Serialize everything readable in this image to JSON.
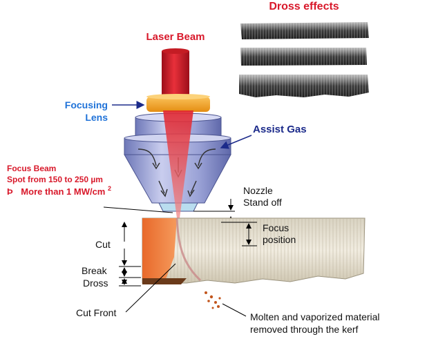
{
  "dross_effects": {
    "title": "Dross effects"
  },
  "laser": {
    "beam_label": "Laser Beam"
  },
  "lens": {
    "label_line1": "Focusing",
    "label_line2": "Lens"
  },
  "nozzle": {
    "assist_gas_label": "Assist Gas",
    "nozzle_label": "Nozzle",
    "standoff_label": "Stand off"
  },
  "focus_beam": {
    "line1": "Focus Beam",
    "line2": "Spot from 150 to 250 µm",
    "line3_symbol": "Þ",
    "line3_text": "More than 1 MW/cm",
    "line3_sup": "2"
  },
  "workpiece": {
    "focus_line1": "Focus",
    "focus_line2": "position",
    "cut_label": "Cut",
    "break_label": "Break",
    "dross_label": "Dross",
    "cut_front_label": "Cut Front"
  },
  "molten": {
    "line1": "Molten and vaporized material",
    "line2": "removed through the kerf"
  },
  "colors": {
    "title_red": "#d8182a",
    "lens_label_blue": "#1f72d8",
    "assist_gas_navy": "#1b2a8a",
    "lens_orange": "#f5a623",
    "beam_red": "#d8182a",
    "cut_orange": "#ef7b3a"
  }
}
